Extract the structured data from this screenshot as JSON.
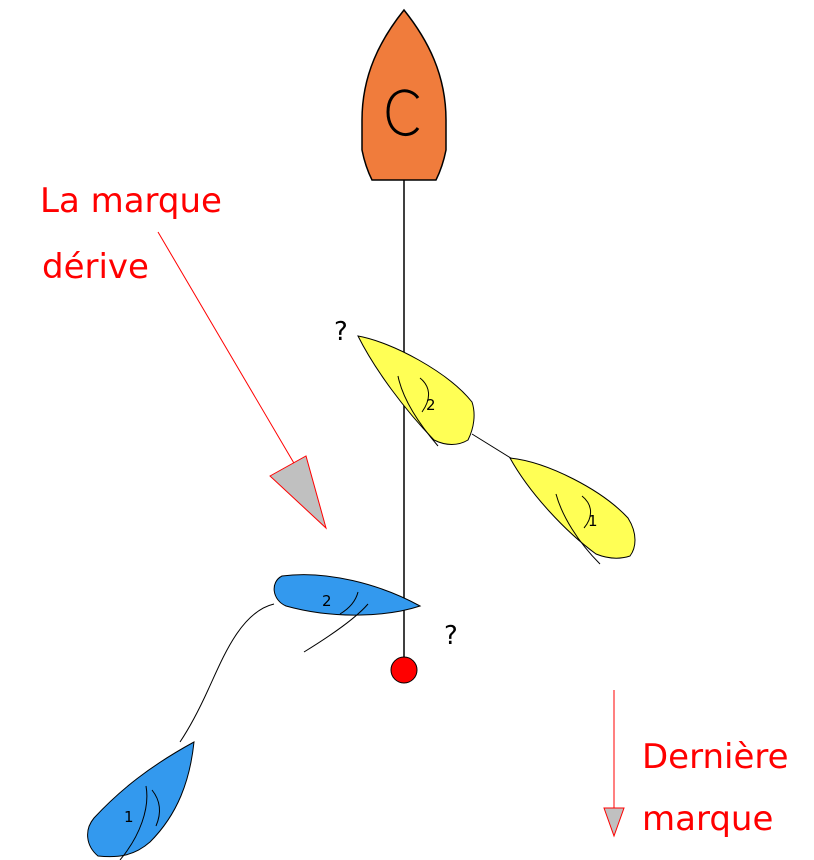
{
  "texts": {
    "drift_label_line1": "La marque",
    "drift_label_line2": "dérive",
    "committee_letter": "C",
    "question_top": "?",
    "question_bottom": "?",
    "boat_yellow_1_number": "1",
    "boat_yellow_2_number": "2",
    "boat_blue_1_number": "1",
    "boat_blue_2_number": "2",
    "last_mark_line1": "Dernière",
    "last_mark_line2": "marque"
  },
  "colors": {
    "committee_boat": "#f07c3c",
    "yellow_boat": "#ffff55",
    "blue_boat": "#3399ee",
    "mark": "#ff0000",
    "arrow_fill": "#c0c0c0",
    "annotation": "#ff0000"
  }
}
